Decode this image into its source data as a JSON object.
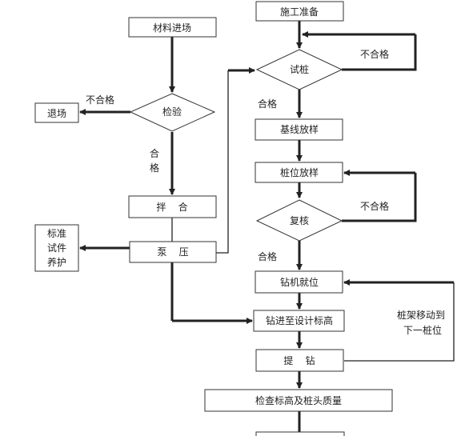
{
  "nodes": {
    "prep": "施工准备",
    "test_pile": "试桩",
    "baseline": "基线放样",
    "pile_layout": "桩位放样",
    "recheck": "复核",
    "rig_position": "钻机就位",
    "drill_to_elev": "钻进至设计标高",
    "lift_drill": "提    钻",
    "check_quality": "检查标高及桩头质量",
    "material_in": "材料进场",
    "inspect": "检验",
    "reject_exit": "退场",
    "mix": "拌    合",
    "pump": "泵    压",
    "specimen": [
      "标准",
      "试件",
      "养护"
    ]
  },
  "edges": {
    "fail_inspect": "不合格",
    "pass_inspect": [
      "合",
      "格"
    ],
    "fail_test_pile": "不合格",
    "pass_test_pile": "合格",
    "fail_recheck": "不合格",
    "pass_recheck": "合格",
    "rig_move": [
      "桩架移动到",
      "下一桩位"
    ]
  },
  "colors": {
    "line": "#222222",
    "box_border": "#333333",
    "background": "#ffffff"
  }
}
